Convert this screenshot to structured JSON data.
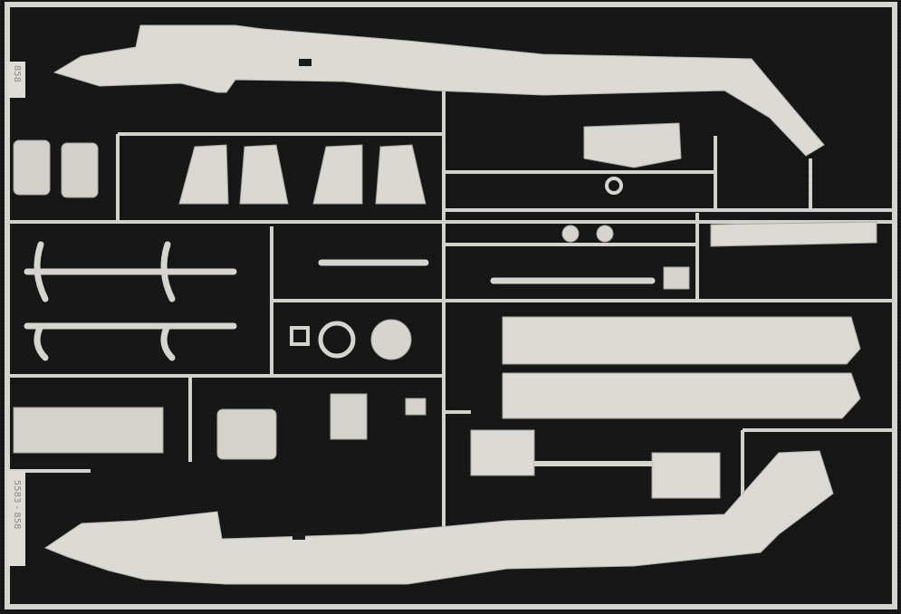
{
  "photo": {
    "subject": "plastic-model-kit-sprue",
    "colors": {
      "background": "#141414",
      "plastic": "#d9d7d2",
      "plastic_shade": "#bdbab4"
    }
  },
  "sprue_tags": {
    "upper_tag": "858",
    "lower_tag": "5583 - 858"
  }
}
